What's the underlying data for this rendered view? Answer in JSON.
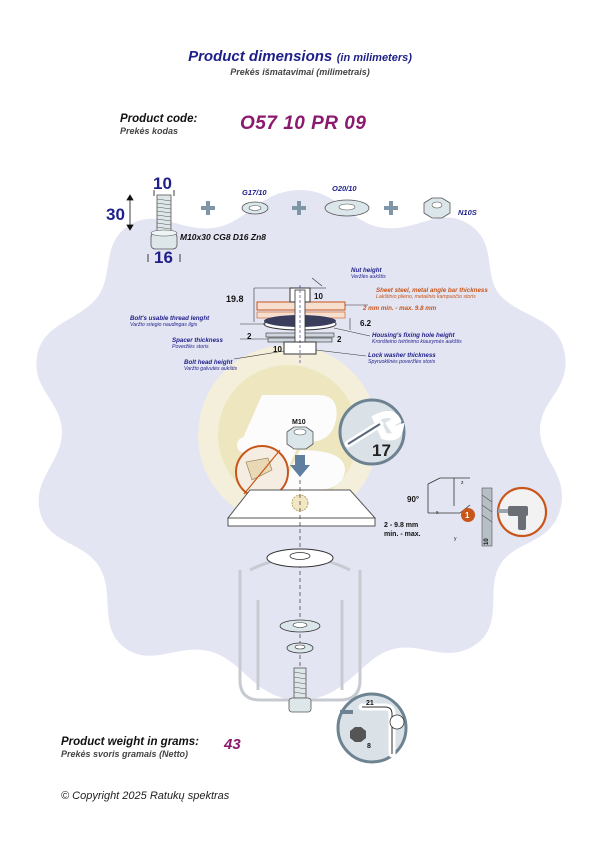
{
  "header": {
    "title": "Product dimensions",
    "title_suffix": "(in milimeters)",
    "subtitle": "Prekės išmatavimai (milimetrais)"
  },
  "product_code": {
    "label": "Product code:",
    "sublabel": "Prekės kodas",
    "value": "O57 10 PR 09"
  },
  "parts": {
    "bolt_spec": "M10x30 CG8 D16 Zn8",
    "bolt_width": "10",
    "bolt_length": "30",
    "bolt_head": "16",
    "lock_washer": "G17/10",
    "washer": "O20/10",
    "nut": "N10S",
    "plus": "+"
  },
  "assembly": {
    "nut_height": "Nut height",
    "nut_height_lt": "Veržlės aukštis",
    "nut_height_value": "10",
    "usable_len_value": "19.8",
    "sheet_title": "Sheet steel, metal angle bar thickness",
    "sheet_title_lt": "Lakštinio plieno, metalinio kampuočio storis",
    "sheet_range": "2 mm min. - max. 9.8 mm",
    "thread_len": "Bolt's usable thread lenght",
    "thread_len_lt": "Varžto sriegio naudingas ilgis",
    "hole_value": "6.2",
    "hole_height": "Housing's fixing hole height",
    "hole_height_lt": "Kronšteino tvirtinimo kiaurymės aukštis",
    "spacer": "Spacer thickness",
    "spacer_lt": "Poveržlės storis",
    "spacer_value": "2",
    "lockwasher": "Lock washer thickness",
    "lockwasher_lt": "Spyruoklinės poveržlės storis",
    "lockwasher_value": "2",
    "head_height": "Bolt head height",
    "head_height_lt": "Varžto galvutės aukštis",
    "head_value": "10"
  },
  "tools": {
    "nut_label": "M10",
    "wrench_size": "17",
    "angle": "90°",
    "drill_size": "10",
    "step_number": "1",
    "plate_range": "2 - 9.8 mm",
    "plate_range2": "min. - max.",
    "hex_key_length": "21",
    "hex_key_size": "8",
    "axis_x": "x",
    "axis_y": "y",
    "axis_z": "z"
  },
  "weight": {
    "label": "Product weight in grams:",
    "sublabel": "Prekės svoris gramais (Netto)",
    "value": "43"
  },
  "footer": {
    "copyright": "© Copyright 2025 Ratukų spektras"
  },
  "colors": {
    "accent_navy": "#1f1f8a",
    "accent_purple": "#8b1a6e",
    "accent_orange": "#c8561a",
    "background_gear": "#e3e4f2"
  }
}
